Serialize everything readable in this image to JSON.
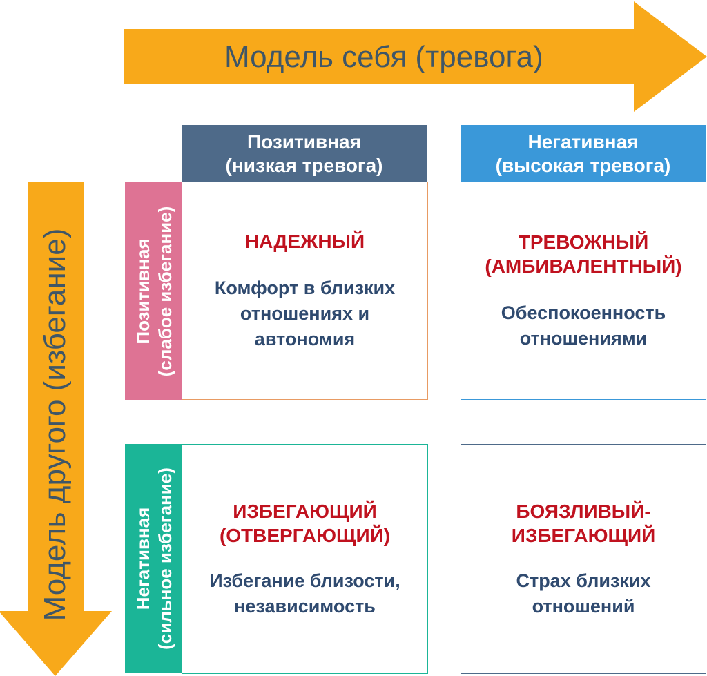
{
  "axes": {
    "horizontal_label": "Модель себя (тревога)",
    "vertical_label": "Модель другого (избегание)"
  },
  "columns": [
    {
      "line1": "Позитивная",
      "line2": "(низкая тревога)",
      "color": "#4e6a89"
    },
    {
      "line1": "Негативная",
      "line2": "(высокая тревога)",
      "color": "#3a98d9"
    }
  ],
  "rows": [
    {
      "line1": "Позитивная",
      "line2": "(слабое избегание)",
      "color": "#de7394"
    },
    {
      "line1": "Негативная",
      "line2": "(сильное избегание)",
      "color": "#1bb597"
    }
  ],
  "cells": [
    {
      "title": "НАДЕЖНЫЙ",
      "desc": "Комфорт в близких отношениях и автономия"
    },
    {
      "title": "ТРЕВОЖНЫЙ (АМБИВАЛЕНТНЫЙ)",
      "desc": "Обеспокоенность отношениями"
    },
    {
      "title": "ИЗБЕГАЮЩИЙ (ОТВЕРГАЮЩИЙ)",
      "desc": "Избегание близости, независимость"
    },
    {
      "title": "БОЯЗЛИВЫЙ-ИЗБЕГАЮЩИЙ",
      "desc": "Страх близких отношений"
    }
  ],
  "colors": {
    "arrow": "#f8a91a",
    "axis_text": "#3f5667",
    "cell_title": "#c0121f",
    "cell_desc": "#2f4a6f"
  }
}
